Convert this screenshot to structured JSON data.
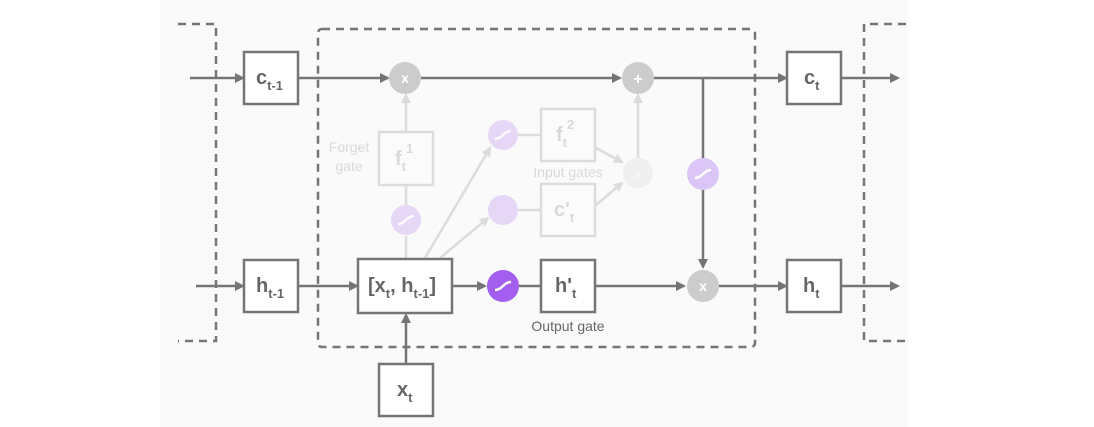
{
  "colors": {
    "stroke": "#757575",
    "node_gray": "#cccccc",
    "sigmoid_purple": "#a35ef0",
    "sigmoid_light": "#dcc5f7",
    "panel_bg": "#fafafa"
  },
  "boxes": {
    "c_prev": "c",
    "c_prev_sub": "t-1",
    "c_next": "c",
    "c_next_sub": "t",
    "h_prev": "h",
    "h_prev_sub": "t-1",
    "h_next": "h",
    "h_next_sub": "t",
    "concat_open": "[x",
    "concat_sub1": "t",
    "concat_mid": ", h",
    "concat_sub2": "t-1",
    "concat_close": "]",
    "x_in": "x",
    "x_in_sub": "t",
    "f_gate": "f",
    "f_gate_sub": "t",
    "f_gate_sup": "1",
    "f_input": "f",
    "f_input_sub": "t",
    "f_input_sup": "2",
    "c_cand": "c'",
    "c_cand_sub": "t",
    "h_out": "h'",
    "h_out_sub": "t"
  },
  "ops": {
    "multiply": "x",
    "add": "+"
  },
  "labels": {
    "forget_gate_line1": "Forget",
    "forget_gate_line2": "gate",
    "input_gates": "Input gates",
    "output_gate": "Output gate"
  },
  "icons": {
    "sigmoid": "sigmoid-curve-icon"
  }
}
